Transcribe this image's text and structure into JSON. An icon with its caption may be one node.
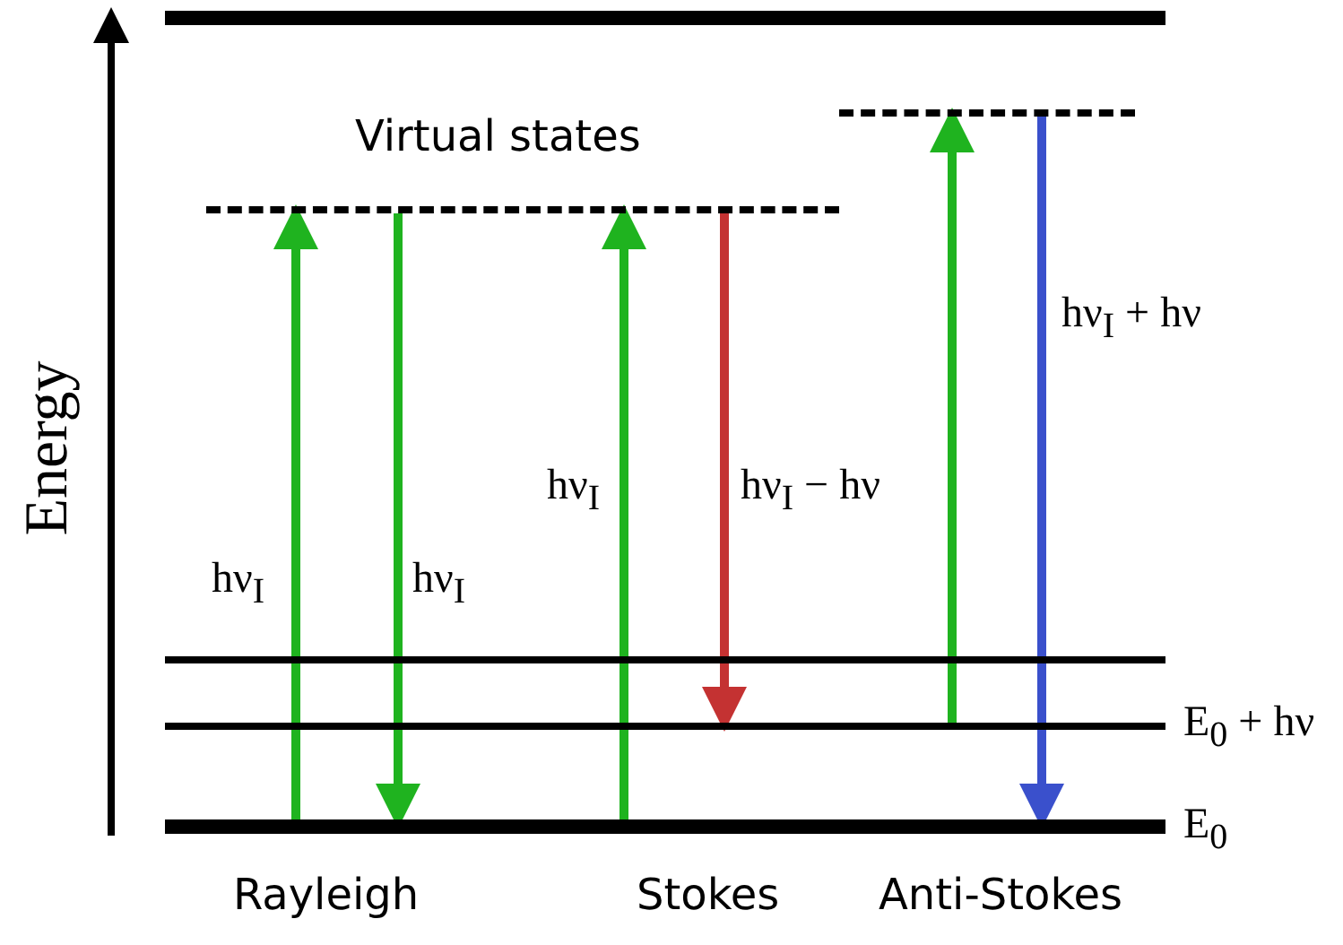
{
  "diagram": {
    "nodes": [
      {
        "text": [],
        "shape": "bar"
      },
      {
        "text": [],
        "shape": "bar"
      },
      {
        "text": [],
        "shape": "bar"
      },
      {
        "text": [],
        "shape": "bar"
      },
      {
        "text": [
          "E$_{0}$ + hν"
        ]
      },
      {
        "text": [
          "E$_{0}$"
        ]
      }
    ],
    "edges": [
      {
        "from": 5,
        "to": 2,
        "arrow": "to",
        "label": "hν$_{I}$"
      },
      {
        "from": 2,
        "to": 5,
        "arrow": "to",
        "label": "hν$_{I}$"
      },
      {
        "from": 5,
        "to": 2,
        "arrow": "to",
        "label": "hν$_{I}$"
      },
      {
        "from": 2,
        "to": 4,
        "arrow": "to",
        "label": "hν$_{I}$ − hν",
        "color": "#c43232"
      },
      {
        "from": 4,
        "to": 1,
        "arrow": "to"
      },
      {
        "from": 1,
        "to": 5,
        "arrow": "to",
        "label": "hν$_{I}$ + hν",
        "color": "#3a50cc"
      }
    ],
    "labels": [
      "Energy",
      "Virtual states",
      "Rayleigh",
      "Stokes",
      "Anti-Stokes"
    ]
  }
}
